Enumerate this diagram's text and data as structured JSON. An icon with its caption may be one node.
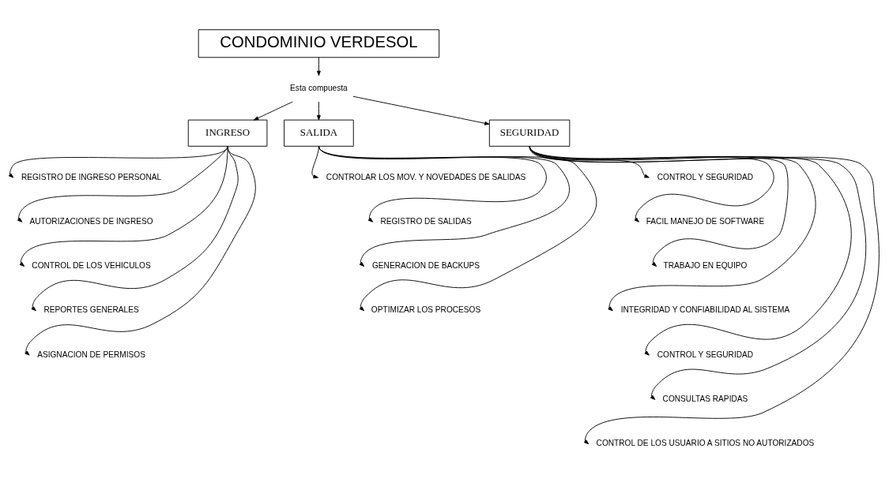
{
  "diagram": {
    "nodes": [
      {
        "text": [
          "CONDOMINIO VERDESOL"
        ]
      },
      {
        "text": [
          "Esta compuesta"
        ]
      },
      {
        "text": [
          "INGRESO"
        ]
      },
      {
        "text": [
          "REGISTRO DE INGRESO PERSONAL"
        ]
      },
      {
        "text": [
          "AUTORIZACIONES DE INGRESO"
        ]
      },
      {
        "text": [
          "CONTROL DE LOS VEHICULOS"
        ]
      },
      {
        "text": [
          "REPORTES GENERALES"
        ]
      },
      {
        "text": [
          "ASIGNACION DE PERMISOS"
        ]
      },
      {
        "text": [
          "SALIDA"
        ]
      },
      {
        "text": [
          "CONTROLAR LOS MOV. Y NOVEDADES DE SALIDAS"
        ]
      },
      {
        "text": [
          "REGISTRO DE SALIDAS"
        ]
      },
      {
        "text": [
          "GENERACION DE BACKUPS"
        ]
      },
      {
        "text": [
          "OPTIMIZAR LOS PROCESOS"
        ]
      },
      {
        "text": [
          "SEGURIDAD"
        ]
      },
      {
        "text": [
          "CONTROL Y SEGURIDAD"
        ]
      },
      {
        "text": [
          "FACIL MANEJO DE SOFTWARE"
        ]
      },
      {
        "text": [
          "TRABAJO EN EQUIPO"
        ]
      },
      {
        "text": [
          "INTEGRIDAD Y CONFIABILIDAD AL SISTEMA"
        ]
      },
      {
        "text": [
          "CONTROL Y SEGURIDAD"
        ]
      },
      {
        "text": [
          "CONSULTAS RAPIDAS"
        ]
      },
      {
        "text": [
          "CONTROL DE LOS USUARIO A SITIOS NO AUTORIZADOS"
        ]
      }
    ],
    "edges": [
      {
        "from": 0,
        "to": 1,
        "arrow": "to"
      },
      {
        "from": 1,
        "to": 2,
        "arrow": "to"
      },
      {
        "from": 1,
        "to": 8,
        "arrow": "to"
      },
      {
        "from": 1,
        "to": 13,
        "arrow": "to"
      },
      {
        "from": 2,
        "to": 3,
        "arrow": "to"
      },
      {
        "from": 2,
        "to": 4,
        "arrow": "to"
      },
      {
        "from": 2,
        "to": 5,
        "arrow": "to"
      },
      {
        "from": 2,
        "to": 6,
        "arrow": "to"
      },
      {
        "from": 2,
        "to": 7,
        "arrow": "to"
      },
      {
        "from": 8,
        "to": 9,
        "arrow": "to"
      },
      {
        "from": 8,
        "to": 10,
        "arrow": "to"
      },
      {
        "from": 8,
        "to": 11,
        "arrow": "to"
      },
      {
        "from": 8,
        "to": 12,
        "arrow": "to"
      },
      {
        "from": 13,
        "to": 14,
        "arrow": "to"
      },
      {
        "from": 13,
        "to": 15,
        "arrow": "to"
      },
      {
        "from": 13,
        "to": 16,
        "arrow": "to"
      },
      {
        "from": 13,
        "to": 17,
        "arrow": "to"
      },
      {
        "from": 13,
        "to": 18,
        "arrow": "to"
      },
      {
        "from": 13,
        "to": 19,
        "arrow": "to"
      },
      {
        "from": 13,
        "to": 20,
        "arrow": "to"
      }
    ]
  }
}
